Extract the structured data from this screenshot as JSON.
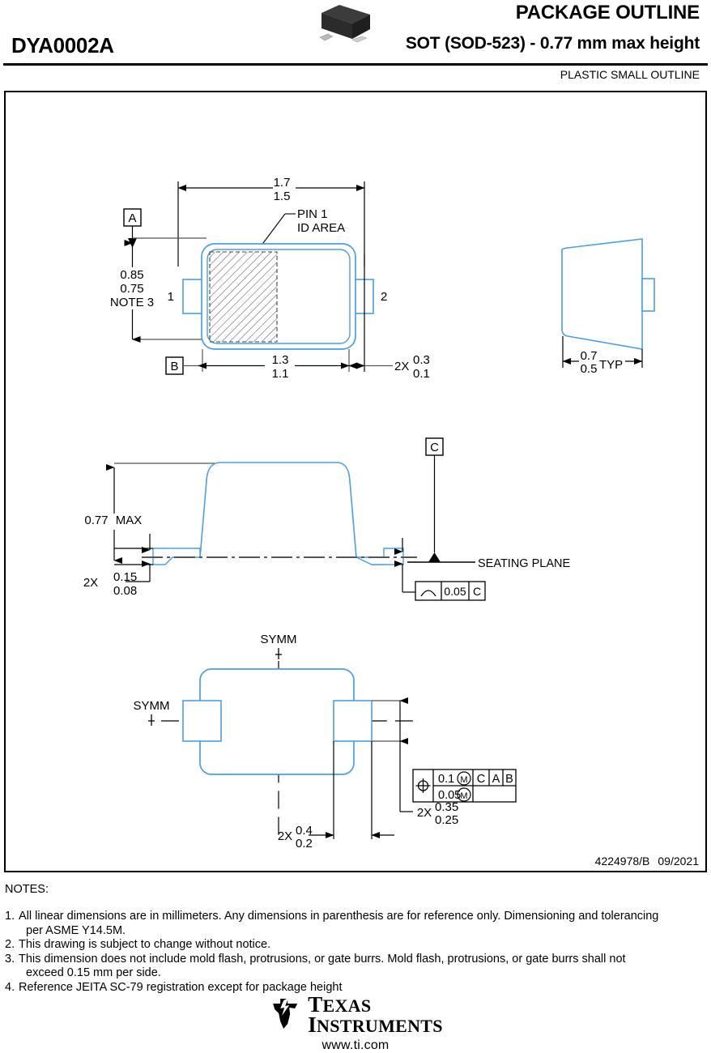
{
  "header": {
    "package_code": "DYA0002A",
    "title": "PACKAGE OUTLINE",
    "subtitle": "SOT (SOD-523) - 0.77 mm max height",
    "classification": "PLASTIC SMALL OUTLINE",
    "thumbnail_icon": "sod523-package-3d-icon"
  },
  "drawing": {
    "number": "4224978/B",
    "date": "09/2021",
    "top_view": {
      "length_upper": "1.7",
      "length_lower": "1.5",
      "width_upper": "0.85",
      "width_lower": "0.75",
      "width_note": "NOTE 3",
      "body_upper": "1.3",
      "body_lower": "1.1",
      "lead_qty": "2X",
      "lead_upper": "0.3",
      "lead_lower": "0.1",
      "datum_a": "A",
      "datum_b": "B",
      "pin1_label_line1": "PIN 1",
      "pin1_label_line2": "ID AREA",
      "pin_left": "1",
      "pin_right": "2"
    },
    "end_view": {
      "width_upper": "0.7",
      "width_lower": "0.5",
      "width_suffix": "TYP"
    },
    "side_view": {
      "height_max": "0.77 MAX",
      "lead_thk_qty": "2X",
      "lead_thk_upper": "0.15",
      "lead_thk_lower": "0.08",
      "datum_c": "C",
      "seating_plane_label": "SEATING PLANE",
      "flatness_symbol": "profile-of-surface-icon",
      "flatness_value": "0.05",
      "flatness_datum": "C"
    },
    "bottom_view": {
      "symm_top": "SYMM",
      "symm_left": "SYMM",
      "pad_width_qty": "2X",
      "pad_width_upper": "0.35",
      "pad_width_lower": "0.25",
      "pad_len_qty": "2X",
      "pad_len_upper": "0.4",
      "pad_len_lower": "0.2",
      "fcf": {
        "symbol": "true-position-icon",
        "row1_tol": "0.1",
        "row1_modifier": "M",
        "row1_datums": [
          "C",
          "A",
          "B"
        ],
        "row2_tol": "0.05",
        "row2_modifier": "M"
      }
    }
  },
  "notes": {
    "title": "NOTES:",
    "items": [
      {
        "num": "1.",
        "text": "All linear dimensions are in millimeters. Any dimensions in parenthesis are for reference only. Dimensioning and tolerancing",
        "cont": "per ASME Y14.5M."
      },
      {
        "num": "2.",
        "text": "This drawing is subject to change without notice.",
        "cont": ""
      },
      {
        "num": "3.",
        "text": "This dimension does not include mold flash, protrusions, or gate burrs. Mold flash, protrusions, or gate burrs shall not",
        "cont": "exceed 0.15 mm per side."
      },
      {
        "num": "4.",
        "text": "Reference JEITA SC-79 registration except for package height",
        "cont": ""
      }
    ]
  },
  "footer": {
    "company_line1": "TEXAS",
    "company_line2": "INSTRUMENTS",
    "url": "www.ti.com",
    "logo_icon": "ti-texas-logo-icon"
  },
  "colors": {
    "body_blue": "#4a9fe8",
    "line_black": "#000000",
    "dim_gray": "#5a5a5a"
  }
}
